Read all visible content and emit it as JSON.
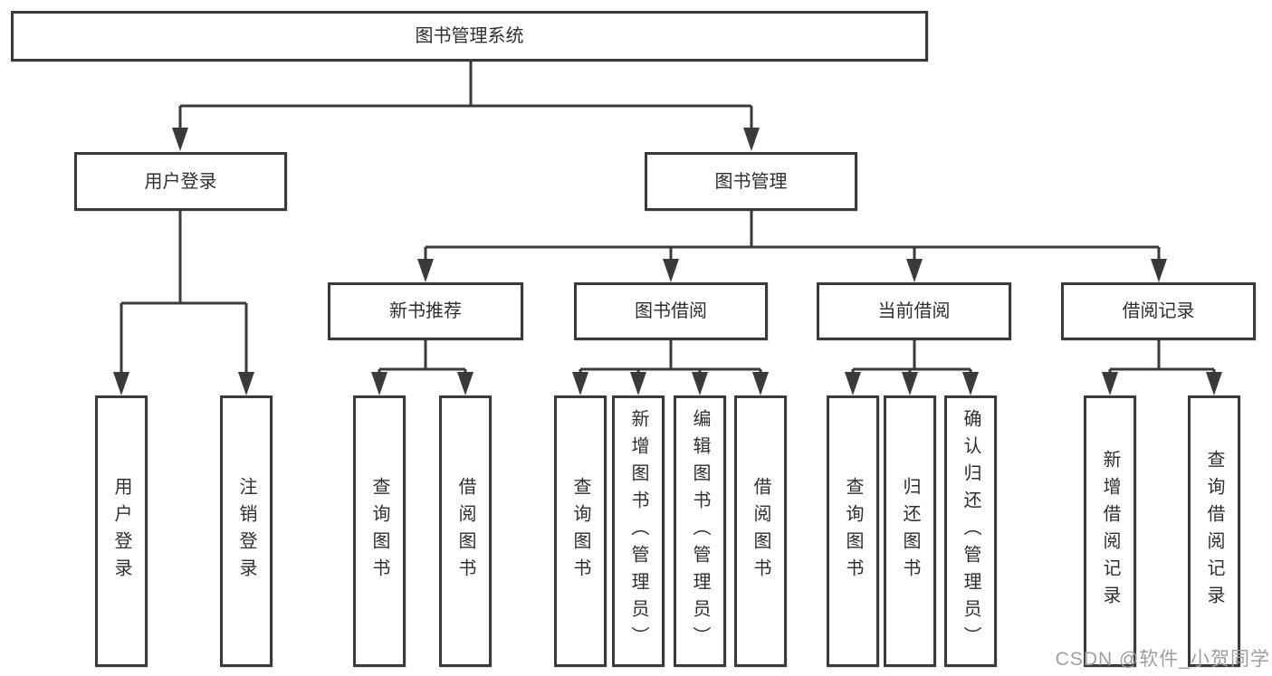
{
  "diagram": {
    "title": "图书管理系统",
    "level2": [
      {
        "label": "用户登录"
      },
      {
        "label": "图书管理"
      }
    ],
    "level3": [
      {
        "label": "新书推荐"
      },
      {
        "label": "图书借阅"
      },
      {
        "label": "当前借阅"
      },
      {
        "label": "借阅记录"
      }
    ],
    "leaves": [
      {
        "label": "用户登录"
      },
      {
        "label": "注销登录"
      },
      {
        "label": "查询图书"
      },
      {
        "label": "借阅图书"
      },
      {
        "label": "查询图书"
      },
      {
        "label": "新增图书（管理员）"
      },
      {
        "label": "编辑图书（管理员）"
      },
      {
        "label": "借阅图书"
      },
      {
        "label": "查询图书"
      },
      {
        "label": "归还图书"
      },
      {
        "label": "确认归还（管理员）"
      },
      {
        "label": "新增借阅记录"
      },
      {
        "label": "查询借阅记录"
      }
    ],
    "watermark": "CSDN @软件_小贺同学",
    "colors": {
      "line": "#3a3a3a",
      "box_border": "#3a3a3a",
      "text": "#2f2f2f",
      "watermark": "#9e9e9e",
      "background": "#ffffff"
    }
  }
}
